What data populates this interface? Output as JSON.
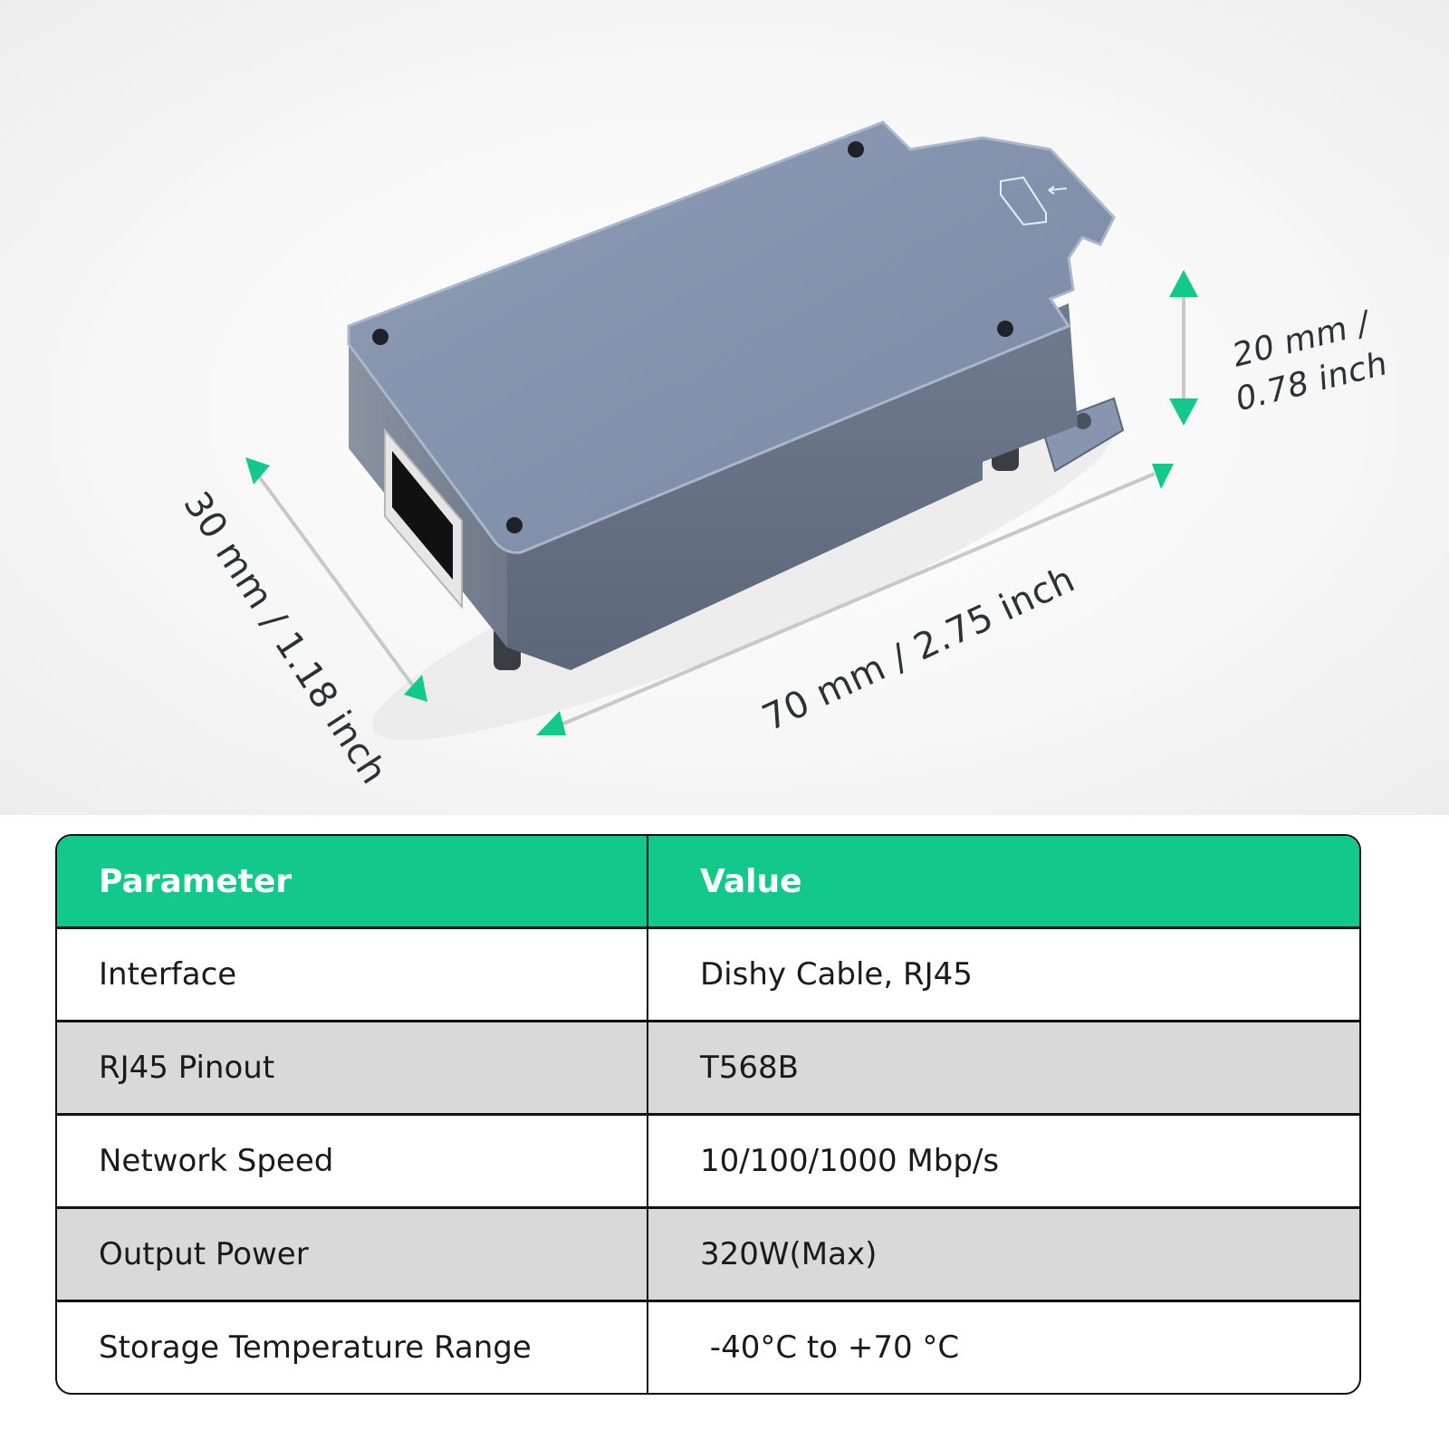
{
  "product": {
    "dimensions": {
      "height_line1": "20 mm /",
      "height_line2": "0.78 inch",
      "length": "70 mm / 2.75 inch",
      "width": "30 mm / 1.18 inch"
    },
    "colors": {
      "arrow": "#12c98b",
      "body": "#7d8aa0",
      "dim_line": "#c8c8c8"
    }
  },
  "table": {
    "headers": [
      "Parameter",
      "Value"
    ],
    "header_bg": "#12c98b",
    "rows": [
      {
        "parameter": "Interface",
        "value": "Dishy Cable, RJ45"
      },
      {
        "parameter": "RJ45 Pinout",
        "value": "T568B"
      },
      {
        "parameter": "Network Speed",
        "value": "10/100/1000 Mbp/s"
      },
      {
        "parameter": "Output Power",
        "value": "320W(Max)"
      },
      {
        "parameter": "Storage Temperature Range",
        "value": " -40°C to +70 °C"
      }
    ]
  }
}
